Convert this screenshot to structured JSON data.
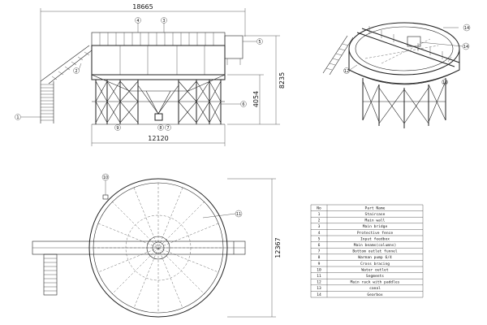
{
  "dimensions": {
    "overall_width": "18665",
    "base_width": "12120",
    "overall_height": "8235",
    "support_height": "4054",
    "diameter": "12367"
  },
  "callouts": {
    "front": [
      "1",
      "2",
      "3",
      "4",
      "5",
      "6",
      "7",
      "8",
      "9"
    ],
    "iso": [
      "12",
      "13",
      "14"
    ],
    "plan": [
      "10",
      "11"
    ]
  },
  "parts_table": {
    "headers": [
      "No",
      "Part Name"
    ],
    "rows": [
      [
        "1",
        "Staircase"
      ],
      [
        "2",
        "Main wall"
      ],
      [
        "3",
        "Main bridge"
      ],
      [
        "4",
        "Protective fence"
      ],
      [
        "5",
        "Input feedbox"
      ],
      [
        "6",
        "Main beams(columns)"
      ],
      [
        "7",
        "Bottom outlet funnel"
      ],
      [
        "8",
        "Warman pump 6/4"
      ],
      [
        "9",
        "Cross bracing"
      ],
      [
        "10",
        "Water outlet"
      ],
      [
        "11",
        "Segments"
      ],
      [
        "12",
        "Main rack with paddles"
      ],
      [
        "13",
        "canal"
      ],
      [
        "14",
        "Gearbox"
      ]
    ]
  }
}
